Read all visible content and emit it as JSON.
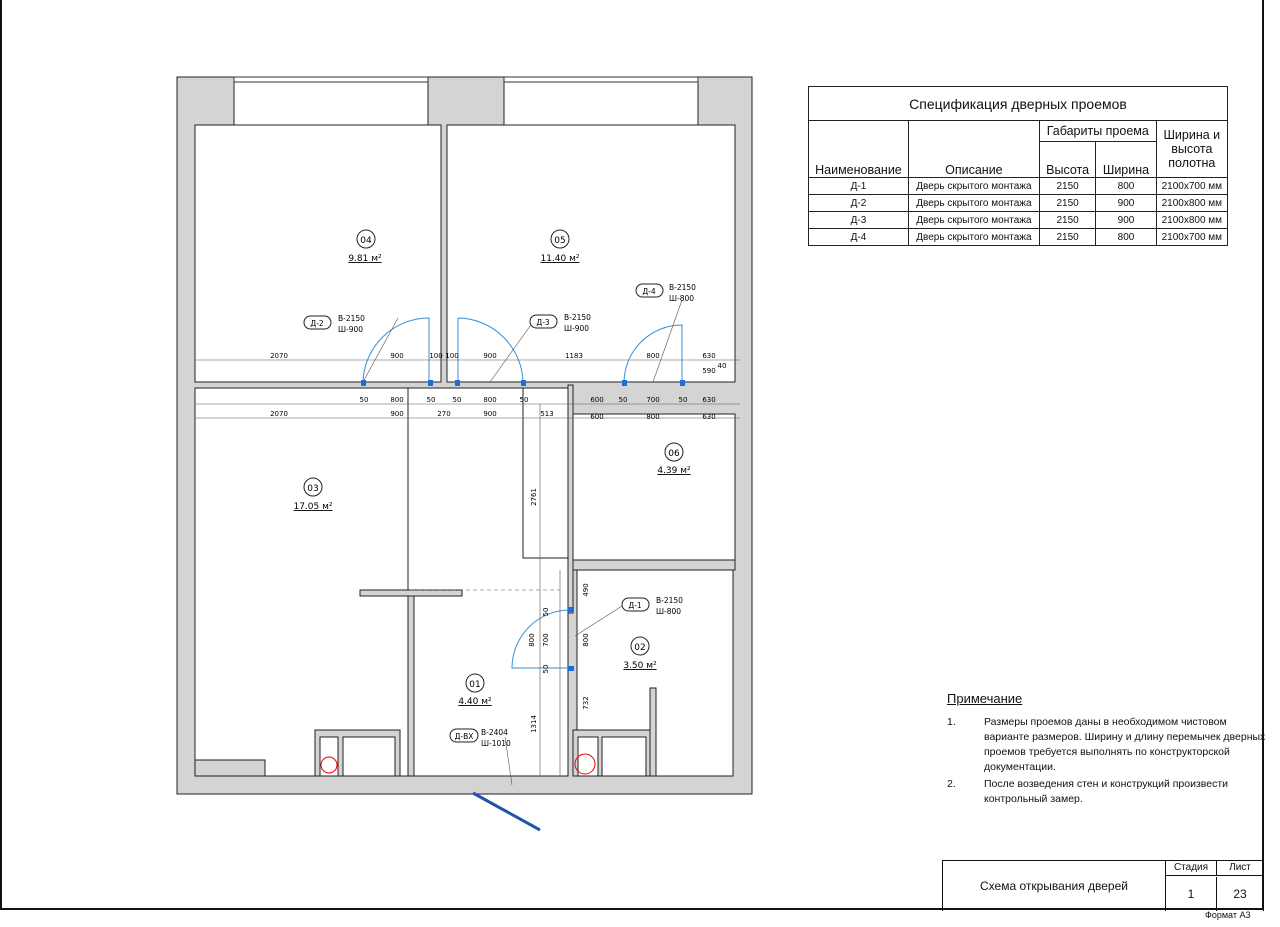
{
  "plan": {
    "rooms": [
      {
        "num": "04",
        "area": "9.81 м²"
      },
      {
        "num": "05",
        "area": "11.40 м²"
      },
      {
        "num": "06",
        "area": "4.39 м²"
      },
      {
        "num": "03",
        "area": "17.05 м²"
      },
      {
        "num": "02",
        "area": "3.50 м²"
      },
      {
        "num": "01",
        "area": "4.40 м²"
      }
    ],
    "door_tags": [
      {
        "id": "Д-2",
        "h": "В-2150",
        "w": "Ш-900"
      },
      {
        "id": "Д-3",
        "h": "В-2150",
        "w": "Ш-900"
      },
      {
        "id": "Д-4",
        "h": "В-2150",
        "w": "Ш-800"
      },
      {
        "id": "Д-1",
        "h": "В-2150",
        "w": "Ш-800"
      },
      {
        "id": "Д-ВХ",
        "h": "В-2404",
        "w": "Ш-1010"
      }
    ],
    "dims_top": [
      "2070",
      "900",
      "100",
      "100",
      "900",
      "1183",
      "800",
      "630",
      "590",
      "40"
    ],
    "dims_mid": [
      "50",
      "800",
      "50",
      "50",
      "800",
      "50",
      "600",
      "50",
      "700",
      "50",
      "630"
    ],
    "dims_low": [
      "2070",
      "900",
      "270",
      "900",
      "513",
      "600",
      "800",
      "630"
    ],
    "dims_vertical": [
      "2761",
      "490",
      "50",
      "800",
      "700",
      "800",
      "50",
      "732",
      "1314"
    ]
  },
  "spec": {
    "title": "Спецификация дверных проемов",
    "col_name": "Наименование",
    "col_desc": "Описание",
    "col_size": "Габариты проема",
    "col_height": "Высота",
    "col_width": "Ширина",
    "col_leaf_1": "Ширина и",
    "col_leaf_2": "высота",
    "col_leaf_3": "полотна",
    "rows": [
      {
        "name": "Д-1",
        "desc": "Дверь скрытого монтажа",
        "h": "2150",
        "w": "800",
        "leaf": "2100х700 мм"
      },
      {
        "name": "Д-2",
        "desc": "Дверь скрытого монтажа",
        "h": "2150",
        "w": "900",
        "leaf": "2100х800 мм"
      },
      {
        "name": "Д-3",
        "desc": "Дверь скрытого монтажа",
        "h": "2150",
        "w": "900",
        "leaf": "2100х800 мм"
      },
      {
        "name": "Д-4",
        "desc": "Дверь скрытого монтажа",
        "h": "2150",
        "w": "800",
        "leaf": "2100х700 мм"
      }
    ]
  },
  "notes": {
    "heading": "Примечание",
    "items": [
      {
        "num": "1.",
        "text": "Размеры проемов даны  в необходимом чистовом варианте размеров. Ширину и длину перемычек дверных проемов требуется выполнять по конструкторской документации."
      },
      {
        "num": "2.",
        "text": "После возведения стен и конструкций произвести контрольный замер."
      }
    ]
  },
  "title_block": {
    "name": "Схема открывания дверей",
    "stage_label": "Стадия",
    "sheet_label": "Лист",
    "stage": "1",
    "sheet": "23"
  },
  "format": "Формат А3"
}
